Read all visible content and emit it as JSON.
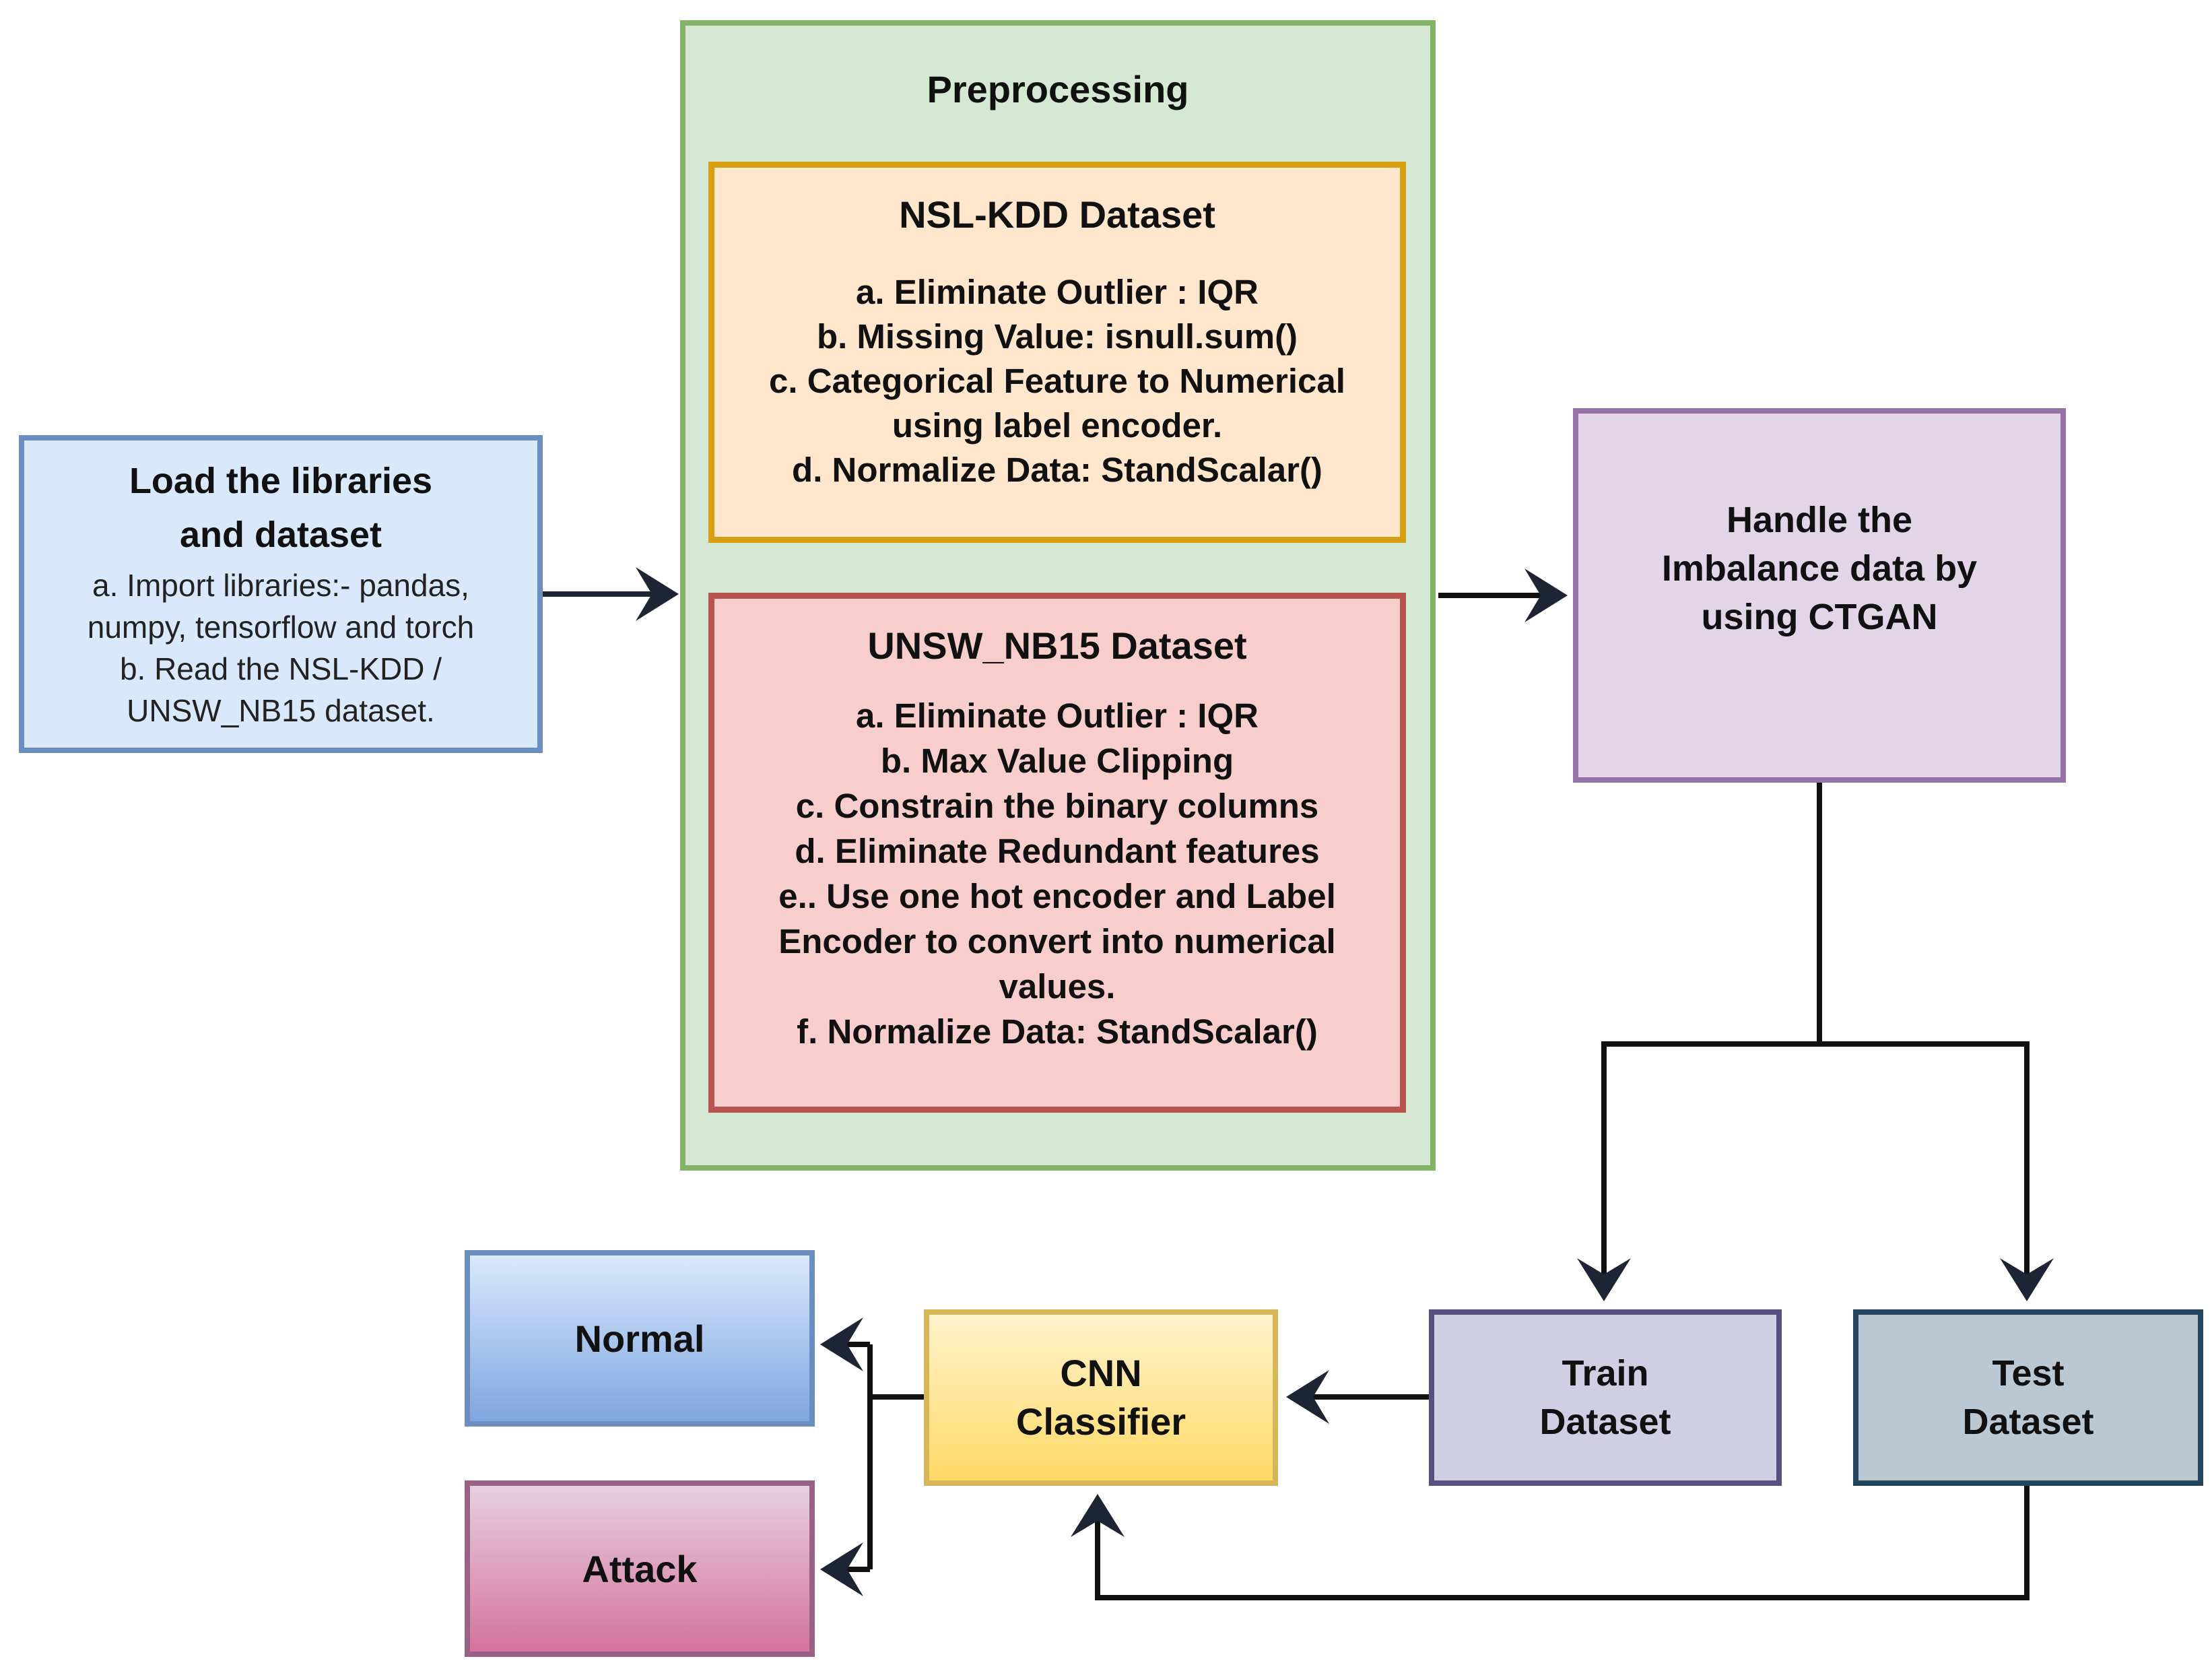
{
  "load": {
    "title_line1": "Load the libraries",
    "title_line2": "and dataset",
    "items": [
      "a. Import libraries:- pandas,",
      "numpy, tensorflow and torch",
      "b. Read the NSL-KDD /",
      "UNSW_NB15 dataset."
    ]
  },
  "preprocessing": {
    "title": "Preprocessing",
    "nsl": {
      "title": "NSL-KDD Dataset",
      "items": [
        "a. Eliminate Outlier : IQR",
        "b. Missing Value: isnull.sum()",
        "c. Categorical Feature to Numerical",
        "using label encoder.",
        "d. Normalize Data: StandScalar()"
      ]
    },
    "unsw": {
      "title": "UNSW_NB15 Dataset",
      "items": [
        "a. Eliminate Outlier : IQR",
        "b. Max Value Clipping",
        "c. Constrain the binary columns",
        "d. Eliminate Redundant features",
        "e.. Use one hot encoder and Label",
        "Encoder to convert into numerical",
        "values.",
        "f. Normalize Data: StandScalar()"
      ]
    }
  },
  "ctgan": {
    "line1": "Handle the",
    "line2": "Imbalance data by",
    "line3": "using CTGAN"
  },
  "train": {
    "line1": "Train",
    "line2": "Dataset"
  },
  "test": {
    "line1": "Test",
    "line2": "Dataset"
  },
  "cnn": {
    "line1": "CNN",
    "line2": "Classifier"
  },
  "normal": {
    "label": "Normal"
  },
  "attack": {
    "label": "Attack"
  }
}
